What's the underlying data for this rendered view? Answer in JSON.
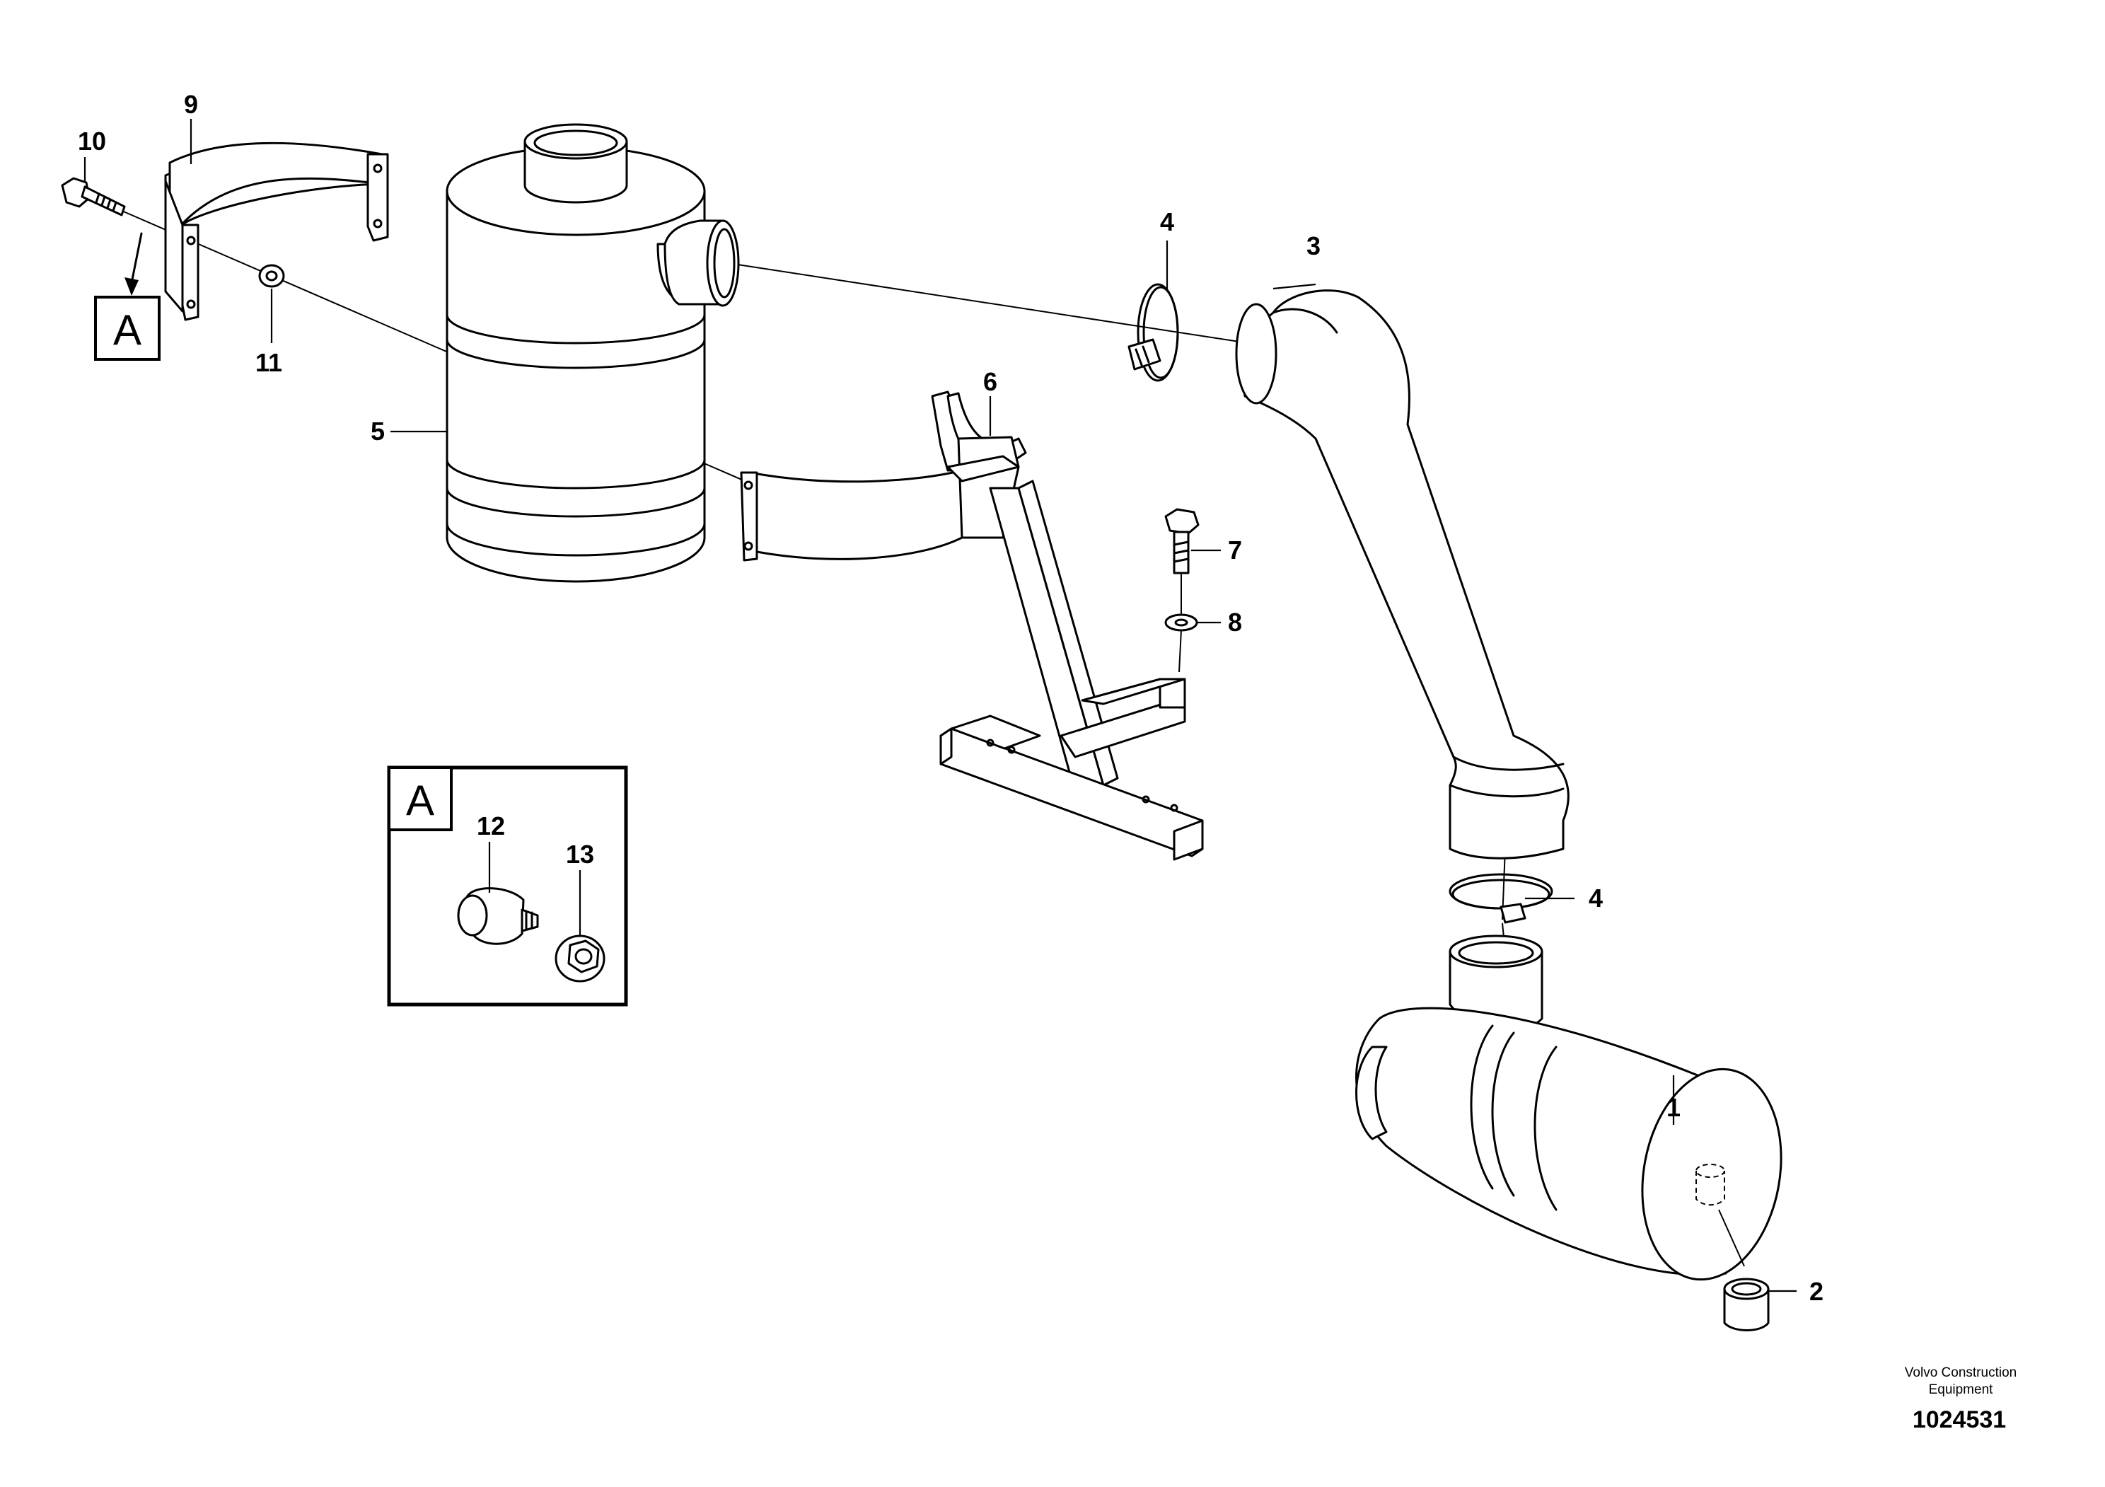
{
  "diagram": {
    "callouts": {
      "c1": "1",
      "c2": "2",
      "c3": "3",
      "c4a": "4",
      "c4b": "4",
      "c5": "5",
      "c6": "6",
      "c7": "7",
      "c8": "8",
      "c9": "9",
      "c10": "10",
      "c11": "11",
      "c12": "12",
      "c13": "13"
    },
    "detail_ref": "A",
    "detail_title": "A",
    "footer": {
      "line1": "Volvo Construction",
      "line2": "Equipment",
      "drawing_id": "1024531"
    }
  }
}
